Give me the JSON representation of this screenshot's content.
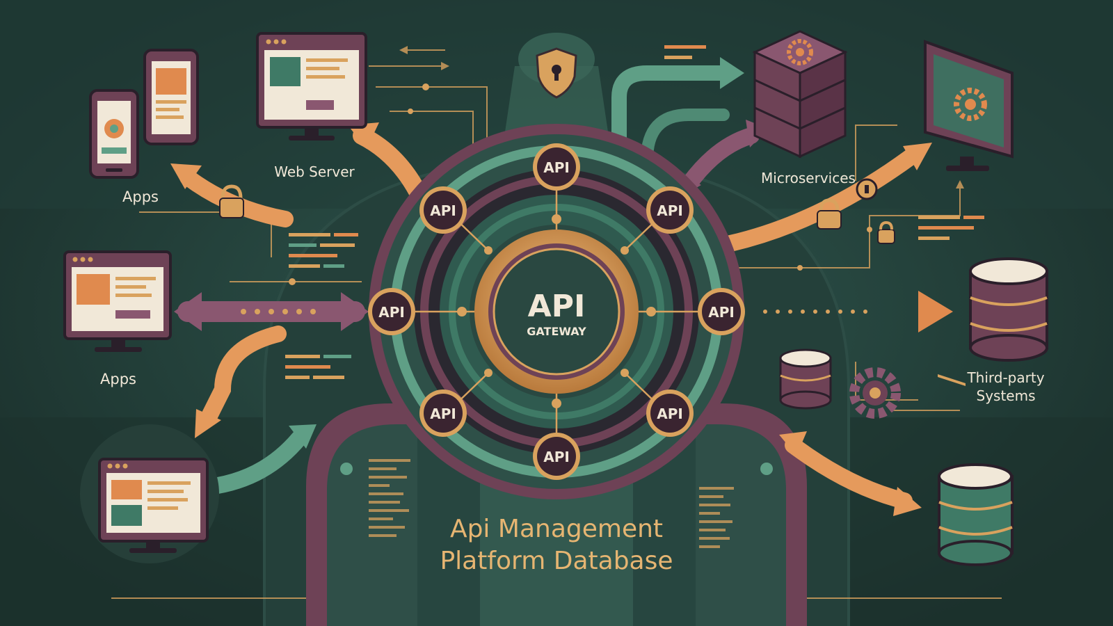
{
  "colors": {
    "background": "#1f3a35",
    "panel": "#28453f",
    "plum": "#6e4256",
    "gold": "#d9a25e",
    "orange": "#e08a4e",
    "green": "#5f9f86",
    "cream": "#f1e8d8",
    "dark": "#2a1f2a"
  },
  "gateway": {
    "title": "API",
    "subtitle": "GATEWAY"
  },
  "api_nodes": [
    {
      "label": "API"
    },
    {
      "label": "API"
    },
    {
      "label": "API"
    },
    {
      "label": "API"
    },
    {
      "label": "API"
    },
    {
      "label": "API"
    },
    {
      "label": "API"
    },
    {
      "label": "API"
    }
  ],
  "labels": {
    "apps_top": "Apps",
    "web_server": "Web Server",
    "apps_mid": "Apps",
    "microservices": "Microservices",
    "third_party_line1": "Third-party",
    "third_party_line2": "Systems",
    "platform_line1": "Api Management",
    "platform_line2": "Platform Database"
  },
  "icons": [
    "phone-icon",
    "tablet-icon",
    "browser-window-icon",
    "monitor-icon",
    "shield-lock-icon",
    "padlock-icon",
    "server-stack-icon",
    "gear-icon",
    "database-icon"
  ]
}
